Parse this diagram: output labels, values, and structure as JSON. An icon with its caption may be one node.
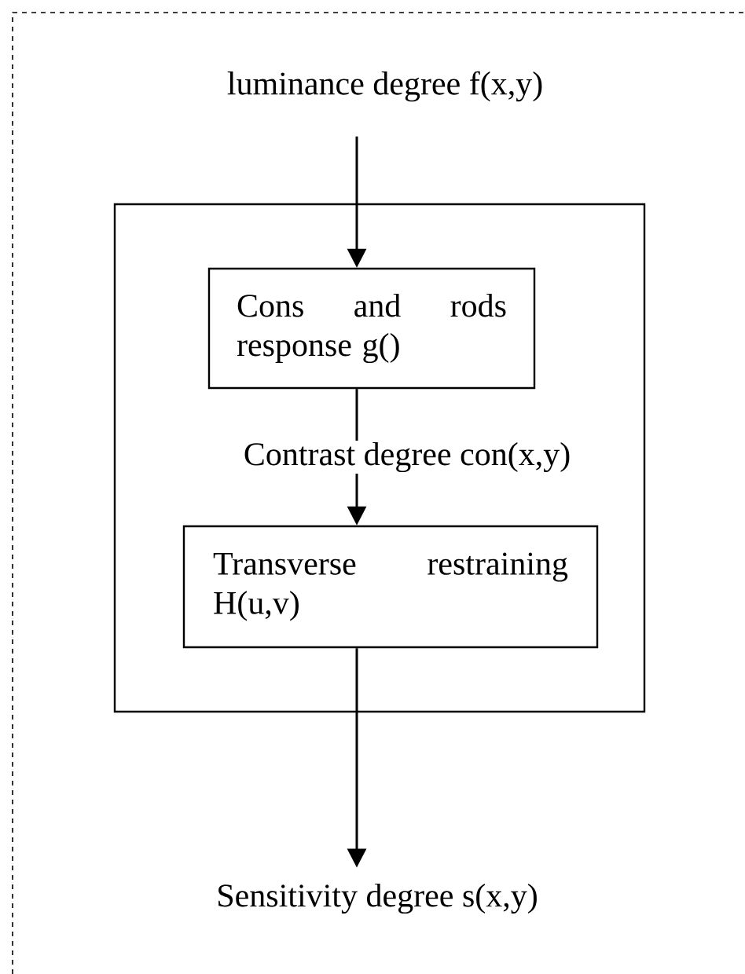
{
  "diagram": {
    "nodes": [
      {
        "text": [
          "luminance degree f(x,y)"
        ]
      },
      {
        "text": [],
        "shape": "box"
      },
      {
        "text": [
          "Cons and rods response g()"
        ],
        "in": 1
      },
      {
        "text": [
          "Transverse restraining H(u,v)"
        ],
        "in": 1
      },
      {
        "text": [
          "Sensitivity degree s(x,y)"
        ]
      }
    ],
    "edges": [
      {
        "from": 0,
        "to": 2,
        "arrow": "to"
      },
      {
        "from": 2,
        "to": 3,
        "arrow": "to",
        "label": "Contrast degree con(x,y)"
      },
      {
        "from": 3,
        "to": 4,
        "arrow": "to"
      }
    ]
  }
}
